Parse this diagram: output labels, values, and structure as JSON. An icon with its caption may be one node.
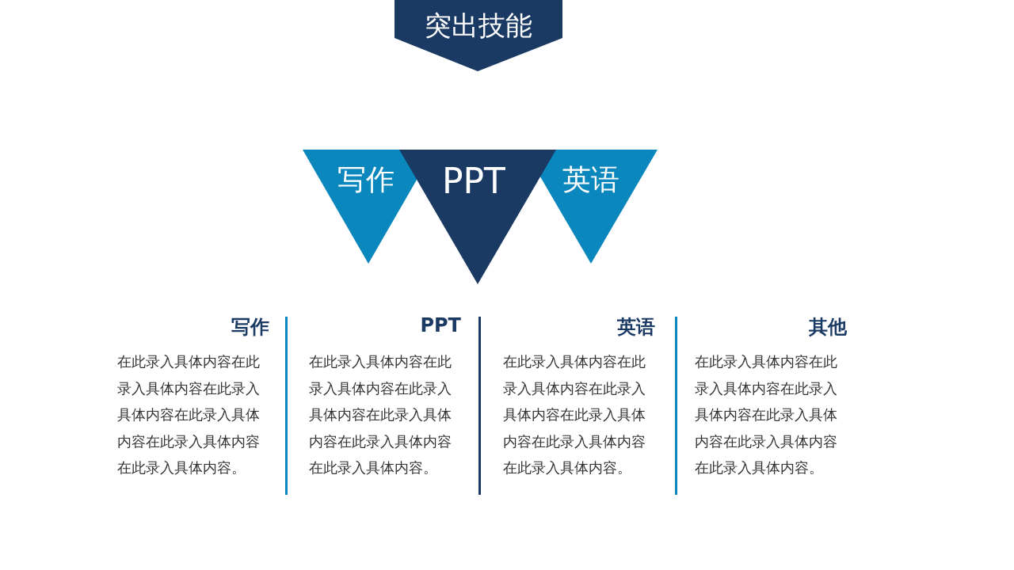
{
  "diagram": {
    "title": "突出技能",
    "nodes": [
      {
        "text": [
          "写作"
        ]
      },
      {
        "text": [
          "英语"
        ]
      },
      {
        "text": [
          "PPT"
        ]
      }
    ],
    "edges": [],
    "labels": [
      "写作",
      "在此录入具体内容在此录入具体内容在此录入具体内容在此录入具体内容在此录入具体内容在此录入具体内容。",
      "PPT",
      "在此录入具体内容在此录入具体内容在此录入具体内容在此录入具体内容在此录入具体内容在此录入具体内容。",
      "英语",
      "在此录入具体内容在此录入具体内容在此录入具体内容在此录入具体内容在此录入具体内容在此录入具体内容。",
      "其他",
      "在此录入具体内容在此录入具体内容在此录入具体内容在此录入具体内容在此录入具体内容在此录入具体内容。"
    ]
  }
}
